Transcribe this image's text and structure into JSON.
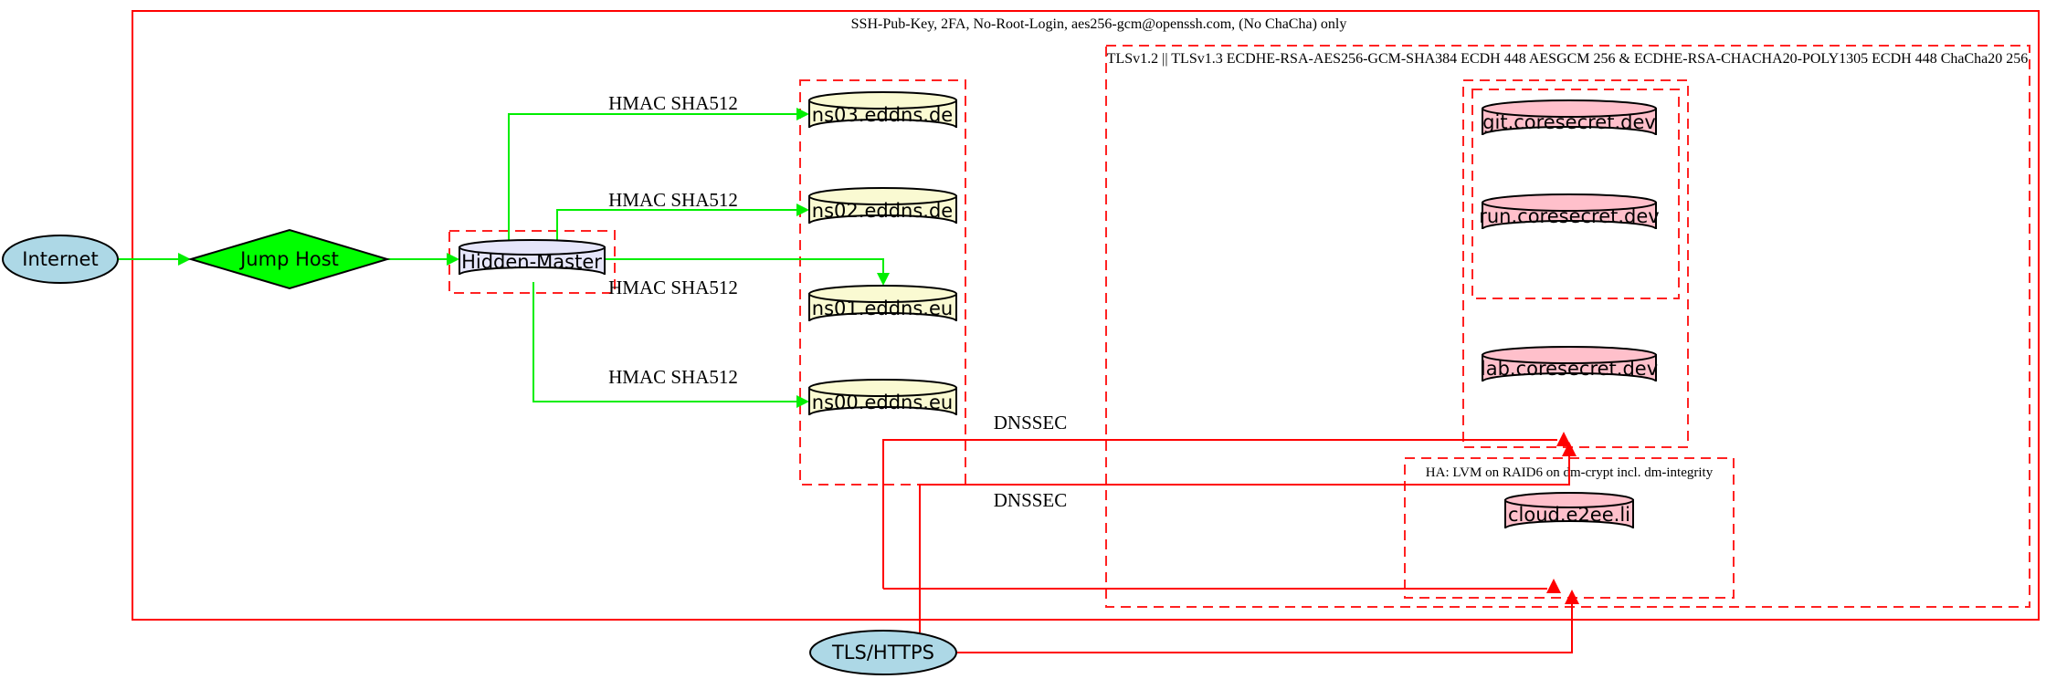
{
  "diagram": {
    "clusters": {
      "ssh_label": "SSH-Pub-Key, 2FA, No-Root-Login, aes256-gcm@openssh.com, (No ChaCha) only",
      "tls_label": "TLSv1.2 || TLSv1.3 ECDHE-RSA-AES256-GCM-SHA384 ECDH 448 AESGCM 256 & ECDHE-RSA-CHACHA20-POLY1305 ECDH 448 ChaCha20 256",
      "ha_label": "HA: LVM on RAID6 on dm-crypt incl. dm-integrity"
    },
    "nodes": {
      "internet": "Internet",
      "jump_host": "Jump Host",
      "hidden_master": "Hidden-Master",
      "ns03": "ns03.eddns.de",
      "ns02": "ns02.eddns.de",
      "ns01": "ns01.eddns.eu",
      "ns00": "ns00.eddns.eu",
      "git": "git.coresecret.dev",
      "run": "run.coresecret.dev",
      "lab": "lab.coresecret.dev",
      "cloud": "cloud.e2ee.li",
      "tls_https": "TLS/HTTPS"
    },
    "edge_labels": {
      "hmac": "HMAC SHA512",
      "dnssec": "DNSSEC"
    },
    "colors": {
      "internet_fill": "#ADD8E6",
      "jump_fill": "#00FF00",
      "hidden_master_fill": "#E6E6FA",
      "ns_fill": "#FAFAD2",
      "service_fill": "#FFC0CB",
      "tls_https_fill": "#ADD8E6",
      "edge_green": "#00EE00",
      "edge_red": "#FF0000",
      "cluster_red": "#FF2222"
    }
  }
}
